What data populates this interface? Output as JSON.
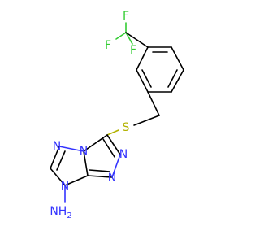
{
  "molecule": {
    "atoms": {
      "f_top": {
        "label": "F",
        "color": "#33cc33"
      },
      "f_left": {
        "label": "F",
        "color": "#33cc33"
      },
      "f_bottom": {
        "label": "F",
        "color": "#33cc33"
      },
      "sulfur": {
        "label": "S",
        "color": "#b2b200"
      },
      "n_fused": {
        "label": "N",
        "color": "#3333ff"
      },
      "n_left": {
        "label": "N",
        "color": "#3333ff"
      },
      "n_right1": {
        "label": "N",
        "color": "#3333ff"
      },
      "n_right2": {
        "label": "N",
        "color": "#3333ff"
      },
      "n_amine_ring": {
        "label": "N",
        "color": "#3333ff"
      },
      "nh2": {
        "label": "NH",
        "sub": "2",
        "color": "#3333ff"
      }
    }
  }
}
